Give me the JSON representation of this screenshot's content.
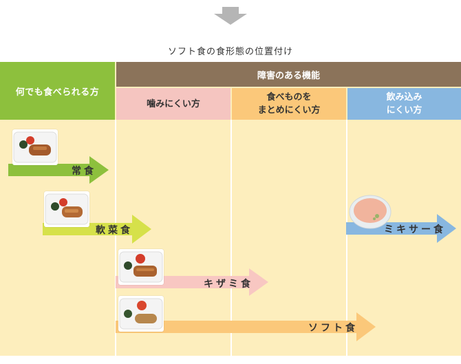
{
  "page": {
    "title": "ソフト食の食形態の位置付け"
  },
  "header": {
    "general": "何でも食べられる方",
    "disability_function": "障害のある機能",
    "chew": "噛みにくい方",
    "swallow_line1": "食べものを",
    "swallow_line2": "まとめにくい方",
    "drink_line1": "飲み込み",
    "drink_line2": "にくい方"
  },
  "food_types": [
    {
      "label": "常食",
      "color": "#8dc03d"
    },
    {
      "label": "軟菜食",
      "color": "#d6e14a"
    },
    {
      "label": "キザミ食",
      "color": "#f8c7c2"
    },
    {
      "label": "ソフト食",
      "color": "#fbc87a"
    },
    {
      "label": "ミキサー食",
      "color": "#88b7e0"
    }
  ],
  "icons": {
    "top": "down-arrow-icon",
    "meal": "meal-photo-icon"
  }
}
